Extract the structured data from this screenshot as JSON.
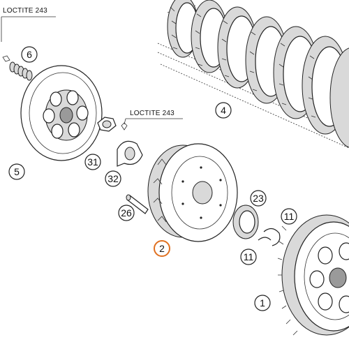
{
  "notes": {
    "loctite_top": "LOCTITE 243",
    "loctite_mid": "LOCTITE 243"
  },
  "callouts": {
    "c1": "1",
    "c2": "2",
    "c4": "4",
    "c5": "5",
    "c6": "6",
    "c11a": "11",
    "c11b": "11",
    "c23": "23",
    "c26": "26",
    "c31": "31",
    "c32": "32"
  },
  "highlight_color": "#e07020"
}
